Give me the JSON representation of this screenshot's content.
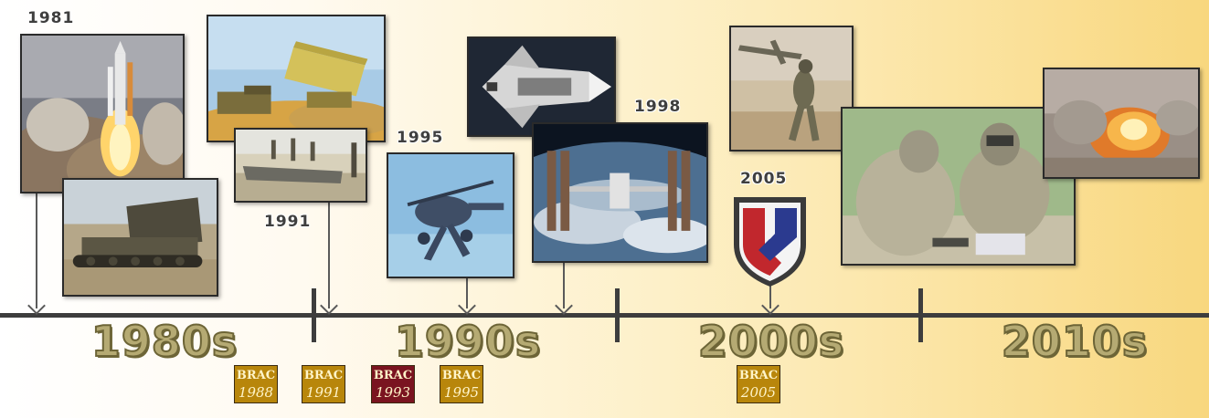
{
  "years": {
    "y1981": "1981",
    "y1991": "1991",
    "y1995": "1995",
    "y1998": "1998",
    "y2005": "2005"
  },
  "decades": [
    "1980s",
    "1990s",
    "2000s",
    "2010s"
  ],
  "brac": [
    {
      "label": "BRAC",
      "year": "1988",
      "color": "#b8860b"
    },
    {
      "label": "BRAC",
      "year": "1991",
      "color": "#b8860b"
    },
    {
      "label": "BRAC",
      "year": "1993",
      "color": "#7a1420"
    },
    {
      "label": "BRAC",
      "year": "1995",
      "color": "#b8860b"
    },
    {
      "label": "BRAC",
      "year": "2005",
      "color": "#b8860b"
    }
  ],
  "colors": {
    "axis": "#3d3d3d",
    "decade_text": "#b5aa73",
    "brac_gold": "#b8860b",
    "brac_red": "#7a1420"
  }
}
